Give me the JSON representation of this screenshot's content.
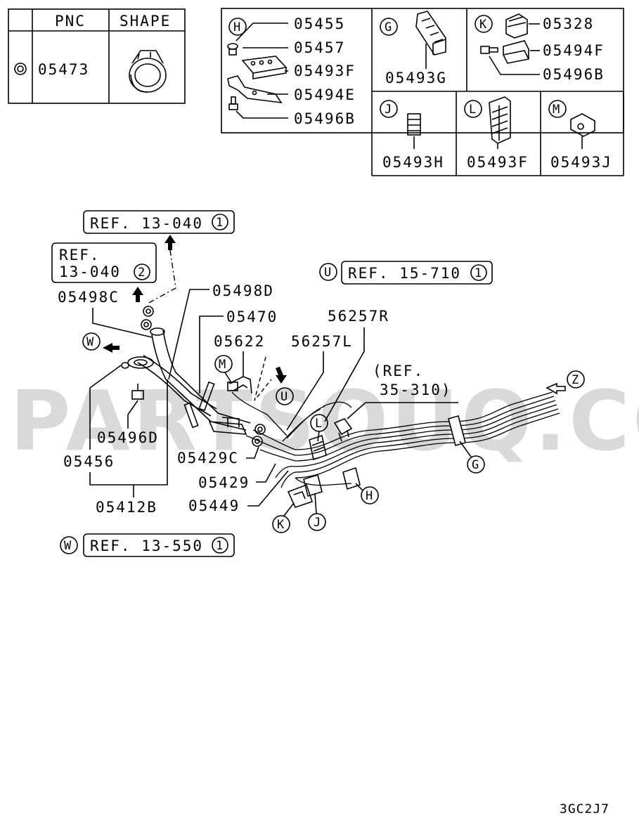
{
  "legend": {
    "header_pnc": "PNC",
    "header_shape": "SHAPE",
    "symbol": "◎",
    "pnc": "05473"
  },
  "kits": {
    "H": {
      "letter": "H",
      "parts": [
        "05455",
        "05457",
        "05493F",
        "05494E",
        "05496B"
      ]
    },
    "G": {
      "letter": "G",
      "parts": [
        "05493G"
      ]
    },
    "K": {
      "letter": "K",
      "parts": [
        "05328",
        "05494F",
        "05496B"
      ]
    },
    "J": {
      "letter": "J",
      "parts": [
        "05493H"
      ]
    },
    "L": {
      "letter": "L",
      "parts": [
        "05493F"
      ]
    },
    "M": {
      "letter": "M",
      "parts": [
        "05493J"
      ]
    }
  },
  "refs": {
    "ref1": {
      "text": "REF. 13-040",
      "num": "1"
    },
    "ref2": {
      "line1": "REF.",
      "line2": "13-040",
      "num": "2"
    },
    "refU": {
      "letter": "U",
      "text": "REF. 15-710",
      "num": "1"
    },
    "refW": {
      "letter": "W",
      "text": "REF. 13-550",
      "num": "1"
    },
    "ref35": {
      "line1": "(REF.",
      "line2": "35-310)"
    }
  },
  "labels": {
    "p05498C": "05498C",
    "p05498D": "05498D",
    "p05470": "05470",
    "p05622": "05622",
    "p56257R": "56257R",
    "p56257L": "56257L",
    "p05496D": "05496D",
    "p05456": "05456",
    "p05429C": "05429C",
    "p05429": "05429",
    "p05449": "05449",
    "p05412B": "05412B"
  },
  "callouts": {
    "W": "W",
    "U": "U",
    "M": "M",
    "L": "L",
    "G": "G",
    "H": "H",
    "K": "K",
    "J": "J",
    "Z": "Z"
  },
  "watermark": "PARTSOUQ.COM",
  "drawing_code": "3GC2J7"
}
